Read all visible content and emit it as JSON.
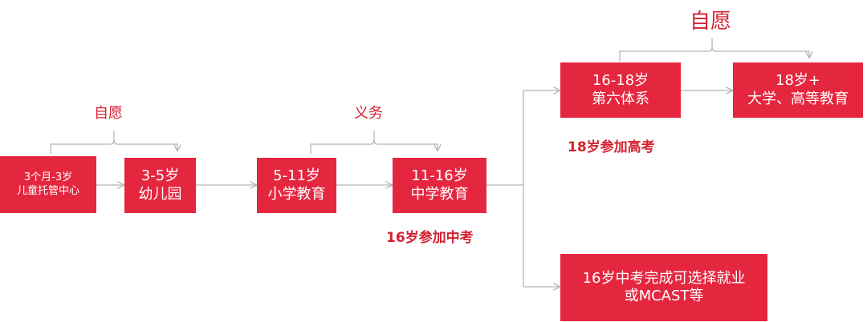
{
  "colors": {
    "box_fill": "#e5263f",
    "box_text": "#ffffff",
    "label_text": "#d32130",
    "connector": "#b5b5b5"
  },
  "boxes": {
    "childcare": {
      "line1": "3个月-3岁",
      "line2": "儿童托管中心"
    },
    "kindergarten": {
      "line1": "3-5岁",
      "line2": "幼儿园"
    },
    "primary": {
      "line1": "5-11岁",
      "line2": "小学教育"
    },
    "secondary": {
      "line1": "11-16岁",
      "line2": "中学教育"
    },
    "sixth_form": {
      "line1": "16-18岁",
      "line2": "第六体系"
    },
    "university": {
      "line1": "18岁+",
      "line2": "大学、高等教育"
    },
    "employment": {
      "line1": "16岁中考完成可选择就业",
      "line2": "或MCAST等"
    }
  },
  "labels": {
    "voluntary_early": "自愿",
    "compulsory": "义务",
    "voluntary_higher": "自愿"
  },
  "notes": {
    "gcse_exam": "16岁参加中考",
    "alevel_exam": "18岁参加高考"
  }
}
